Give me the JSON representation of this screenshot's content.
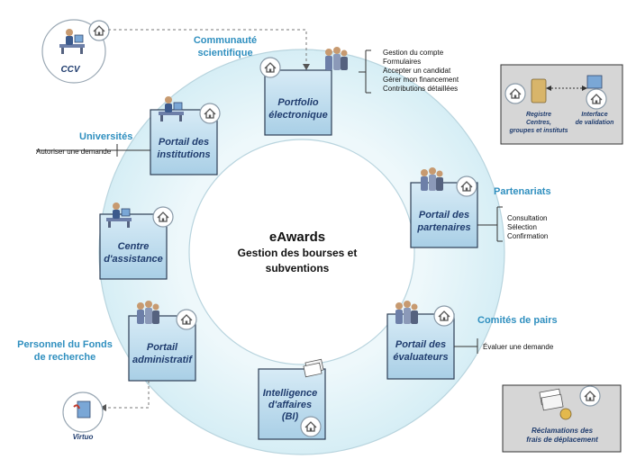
{
  "center": {
    "title": "eAwards",
    "subtitle_line1": "Gestion des bourses et",
    "subtitle_line2": "subventions"
  },
  "portals": {
    "portfolio": {
      "line1": "Portfolio",
      "line2": "électronique"
    },
    "partenaires": {
      "line1": "Portail des",
      "line2": "partenaires"
    },
    "evaluateurs": {
      "line1": "Portail des",
      "line2": "évaluateurs"
    },
    "bi": {
      "line1": "Intelligence",
      "line2": "d'affaires",
      "line3": "(BI)"
    },
    "administratif": {
      "line1": "Portail",
      "line2": "administratif"
    },
    "assistance": {
      "line1": "Centre",
      "line2": "d'assistance"
    },
    "institutions": {
      "line1": "Portail des",
      "line2": "institutions"
    }
  },
  "groups": {
    "communaute_line1": "Communauté",
    "communaute_line2": "scientifique",
    "universites": "Universités",
    "partenariats": "Partenariats",
    "comites": "Comités de pairs",
    "personnel_line1": "Personnel du Fonds",
    "personnel_line2": "de recherche"
  },
  "functions": {
    "portfolio": [
      "Gestion du compte",
      "Formulaires",
      "Accepter un candidat",
      "Gérer mon financement",
      "Contributions détaillées"
    ],
    "universites": [
      "Autoriser une demande"
    ],
    "partenariats": [
      "Consultation",
      "Sélection",
      "Confirmation"
    ],
    "comites": [
      "Évaluer une demande"
    ]
  },
  "external": {
    "ccv": "CCV",
    "virtuo": "Virtuo",
    "registre_line1": "Registre",
    "registre_line2": "Centres,",
    "registre_line3": "groupes et instituts",
    "interface_line1": "Interface",
    "interface_line2": "de validation",
    "reclamations_line1": "Réclamations des",
    "reclamations_line2": "frais de déplacement"
  },
  "colors": {
    "ring": "#dff1f6",
    "portal_box": "#b9d9ec",
    "accent_blue": "#2f8fbf",
    "navy": "#1f3c6e",
    "gray_panel": "#cfcfcf"
  },
  "icons": [
    "home-icon",
    "person-at-desk-icon",
    "document-stack-icon",
    "database-icon",
    "monitor-icon",
    "persons-icon"
  ]
}
